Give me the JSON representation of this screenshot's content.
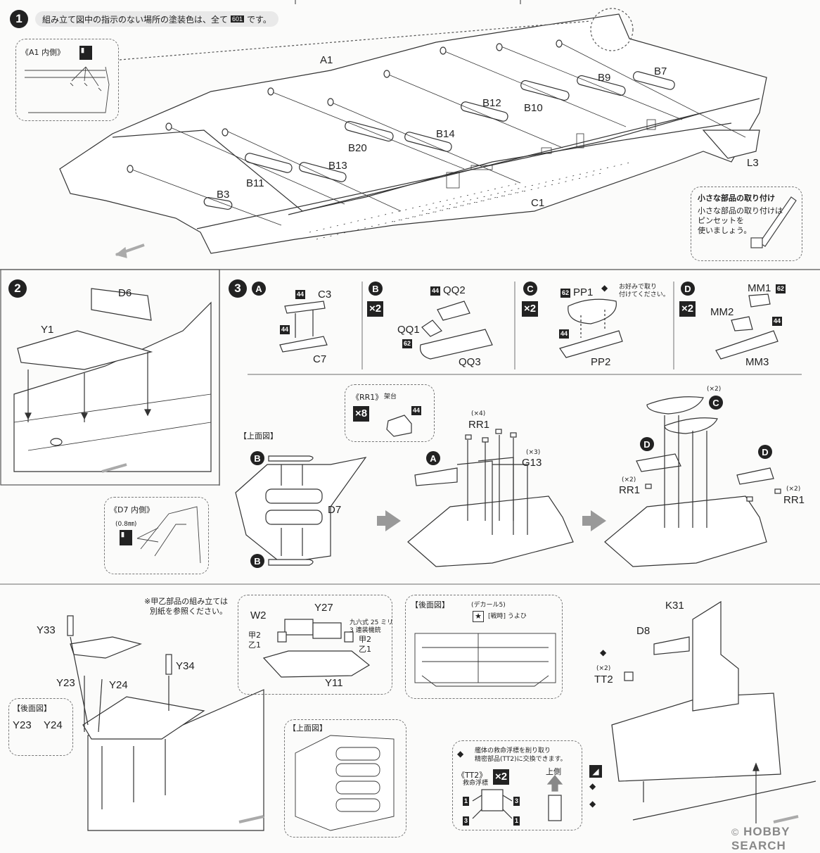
{
  "step1": {
    "number": "1",
    "note_before": "組み立て図中の指示のない場所の塗装色は、全て",
    "note_color": "601",
    "note_after": "です。",
    "inset_title": "《A1 内側》",
    "parts": [
      "A1",
      "B7",
      "B9",
      "B10",
      "B12",
      "B14",
      "B20",
      "B13",
      "B11",
      "B3",
      "C1",
      "L3"
    ],
    "tip_title": "小さな部品の取り付け",
    "tip_lines": [
      "小さな部品の取り付けは",
      "ピンセットを",
      "使いましょう。"
    ]
  },
  "step2": {
    "number": "2",
    "parts": [
      "D6",
      "Y1"
    ]
  },
  "step3": {
    "number": "3",
    "sub_a": {
      "letter": "A",
      "parts": [
        "C3",
        "C7"
      ],
      "colors": [
        "44",
        "44"
      ]
    },
    "sub_b": {
      "letter": "B",
      "count": "×2",
      "parts": [
        "QQ2",
        "QQ1",
        "QQ3"
      ],
      "colors": [
        "44",
        "62"
      ]
    },
    "sub_c": {
      "letter": "C",
      "count": "×2",
      "parts": [
        "PP1",
        "PP2"
      ],
      "colors": [
        "62",
        "44"
      ],
      "note": [
        "お好みで取り",
        "付けてください。"
      ]
    },
    "sub_d": {
      "letter": "D",
      "count": "×2",
      "parts": [
        "MM1",
        "MM2",
        "MM3"
      ],
      "colors": [
        "62",
        "44"
      ]
    },
    "top_view": "【上面図】",
    "d7_label": "D7",
    "d7_inner": "《D7 内側》",
    "d7_drill": "(0.8㎜)",
    "rr1_box": {
      "title": "《RR1》",
      "sub": "架台",
      "count": "×8",
      "color": "44"
    },
    "mid": {
      "rr1": "RR1",
      "rr1_count": "(×4)",
      "g13": "G13",
      "g13_count": "(×3)"
    },
    "right": {
      "count": "(×2)",
      "rr1_left": "RR1",
      "rr1_right": "RR1",
      "rr1_left_count": "(×2)",
      "rr1_right_count": "(×2)"
    }
  },
  "step4": {
    "note": [
      "※甲乙部品の組み立ては",
      "別紙を参照ください。"
    ],
    "parts_left": [
      "Y33",
      "Y34",
      "Y23",
      "Y24"
    ],
    "rear_view": "【後面図】",
    "rear_parts": [
      "Y23",
      "Y24"
    ],
    "box": {
      "w2": "W2",
      "y27": "Y27",
      "note": [
        "九六式 25 ミリ",
        "3 連装機銃"
      ],
      "ko_left": "甲2",
      "otsu_left": "乙1",
      "ko_right": "甲2",
      "otsu_right": "乙1",
      "y11": "Y11"
    },
    "rear_box": {
      "title": "【後面図】",
      "decal": "(デカール5)",
      "caption": "[戦時] うよひ"
    },
    "top_box": "【上面図】",
    "tt2_box": {
      "lines": [
        "艦体の救命浮標を削り取り",
        "精密部品(TT2)に交換できます。"
      ],
      "title": "《TT2》",
      "sub": "救命浮標",
      "count": "×2",
      "up": "上側",
      "nums": [
        "1",
        "3",
        "3",
        "1"
      ]
    },
    "right_parts": {
      "k31": "K31",
      "d8": "D8",
      "tt2": "TT2",
      "tt2_count": "(×2)"
    }
  },
  "watermark": {
    "mark": "©",
    "text": "HOBBY SEARCH"
  }
}
